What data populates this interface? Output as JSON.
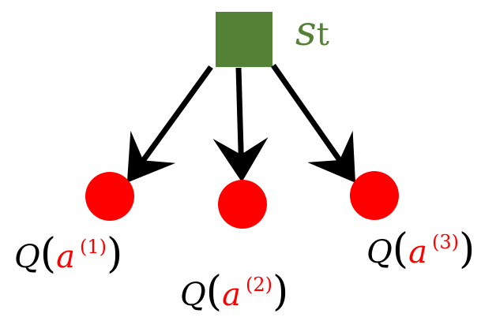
{
  "colors": {
    "state": "#538135",
    "action": "#ff0000",
    "arrow": "#000000"
  },
  "state": {
    "label": "s",
    "subscript": "t"
  },
  "actions": [
    {
      "q": "Q",
      "open": "(",
      "var": "a",
      "index": "(1)",
      "close": ")"
    },
    {
      "q": "Q",
      "open": "(",
      "var": "a",
      "index": "(2)",
      "close": ")"
    },
    {
      "q": "Q",
      "open": "(",
      "var": "a",
      "index": "(3)",
      "close": ")"
    }
  ]
}
